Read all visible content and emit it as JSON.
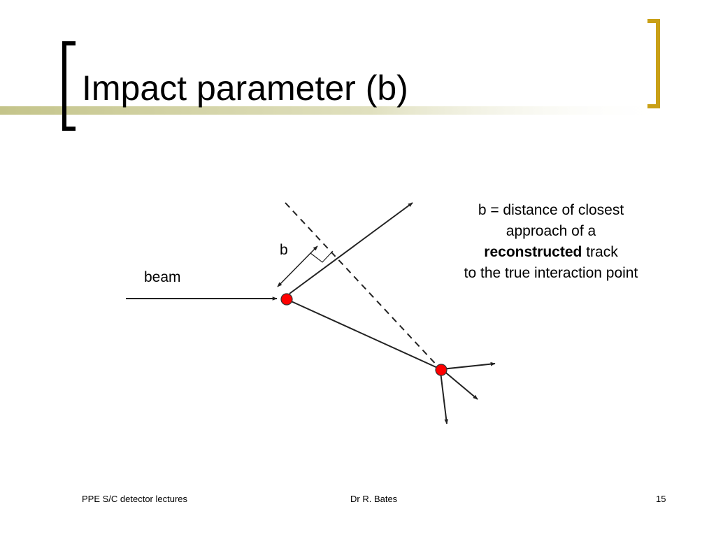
{
  "title": "Impact parameter (b)",
  "labels": {
    "beam": "beam",
    "impact_parameter": "b"
  },
  "definition": {
    "line1": "b = distance of closest",
    "line2": "approach of a",
    "line3_bold": "reconstructed",
    "line3_rest": "track",
    "line4": "to the true interaction point"
  },
  "footer": {
    "left": "PPE S/C detector lectures",
    "center": "Dr R. Bates",
    "right": "15"
  },
  "colors": {
    "bracket_left": "#000000",
    "bracket_right": "#c9a017",
    "title_bar": "#c4c48a",
    "vertex": "#ff0000",
    "line": "#222222"
  }
}
